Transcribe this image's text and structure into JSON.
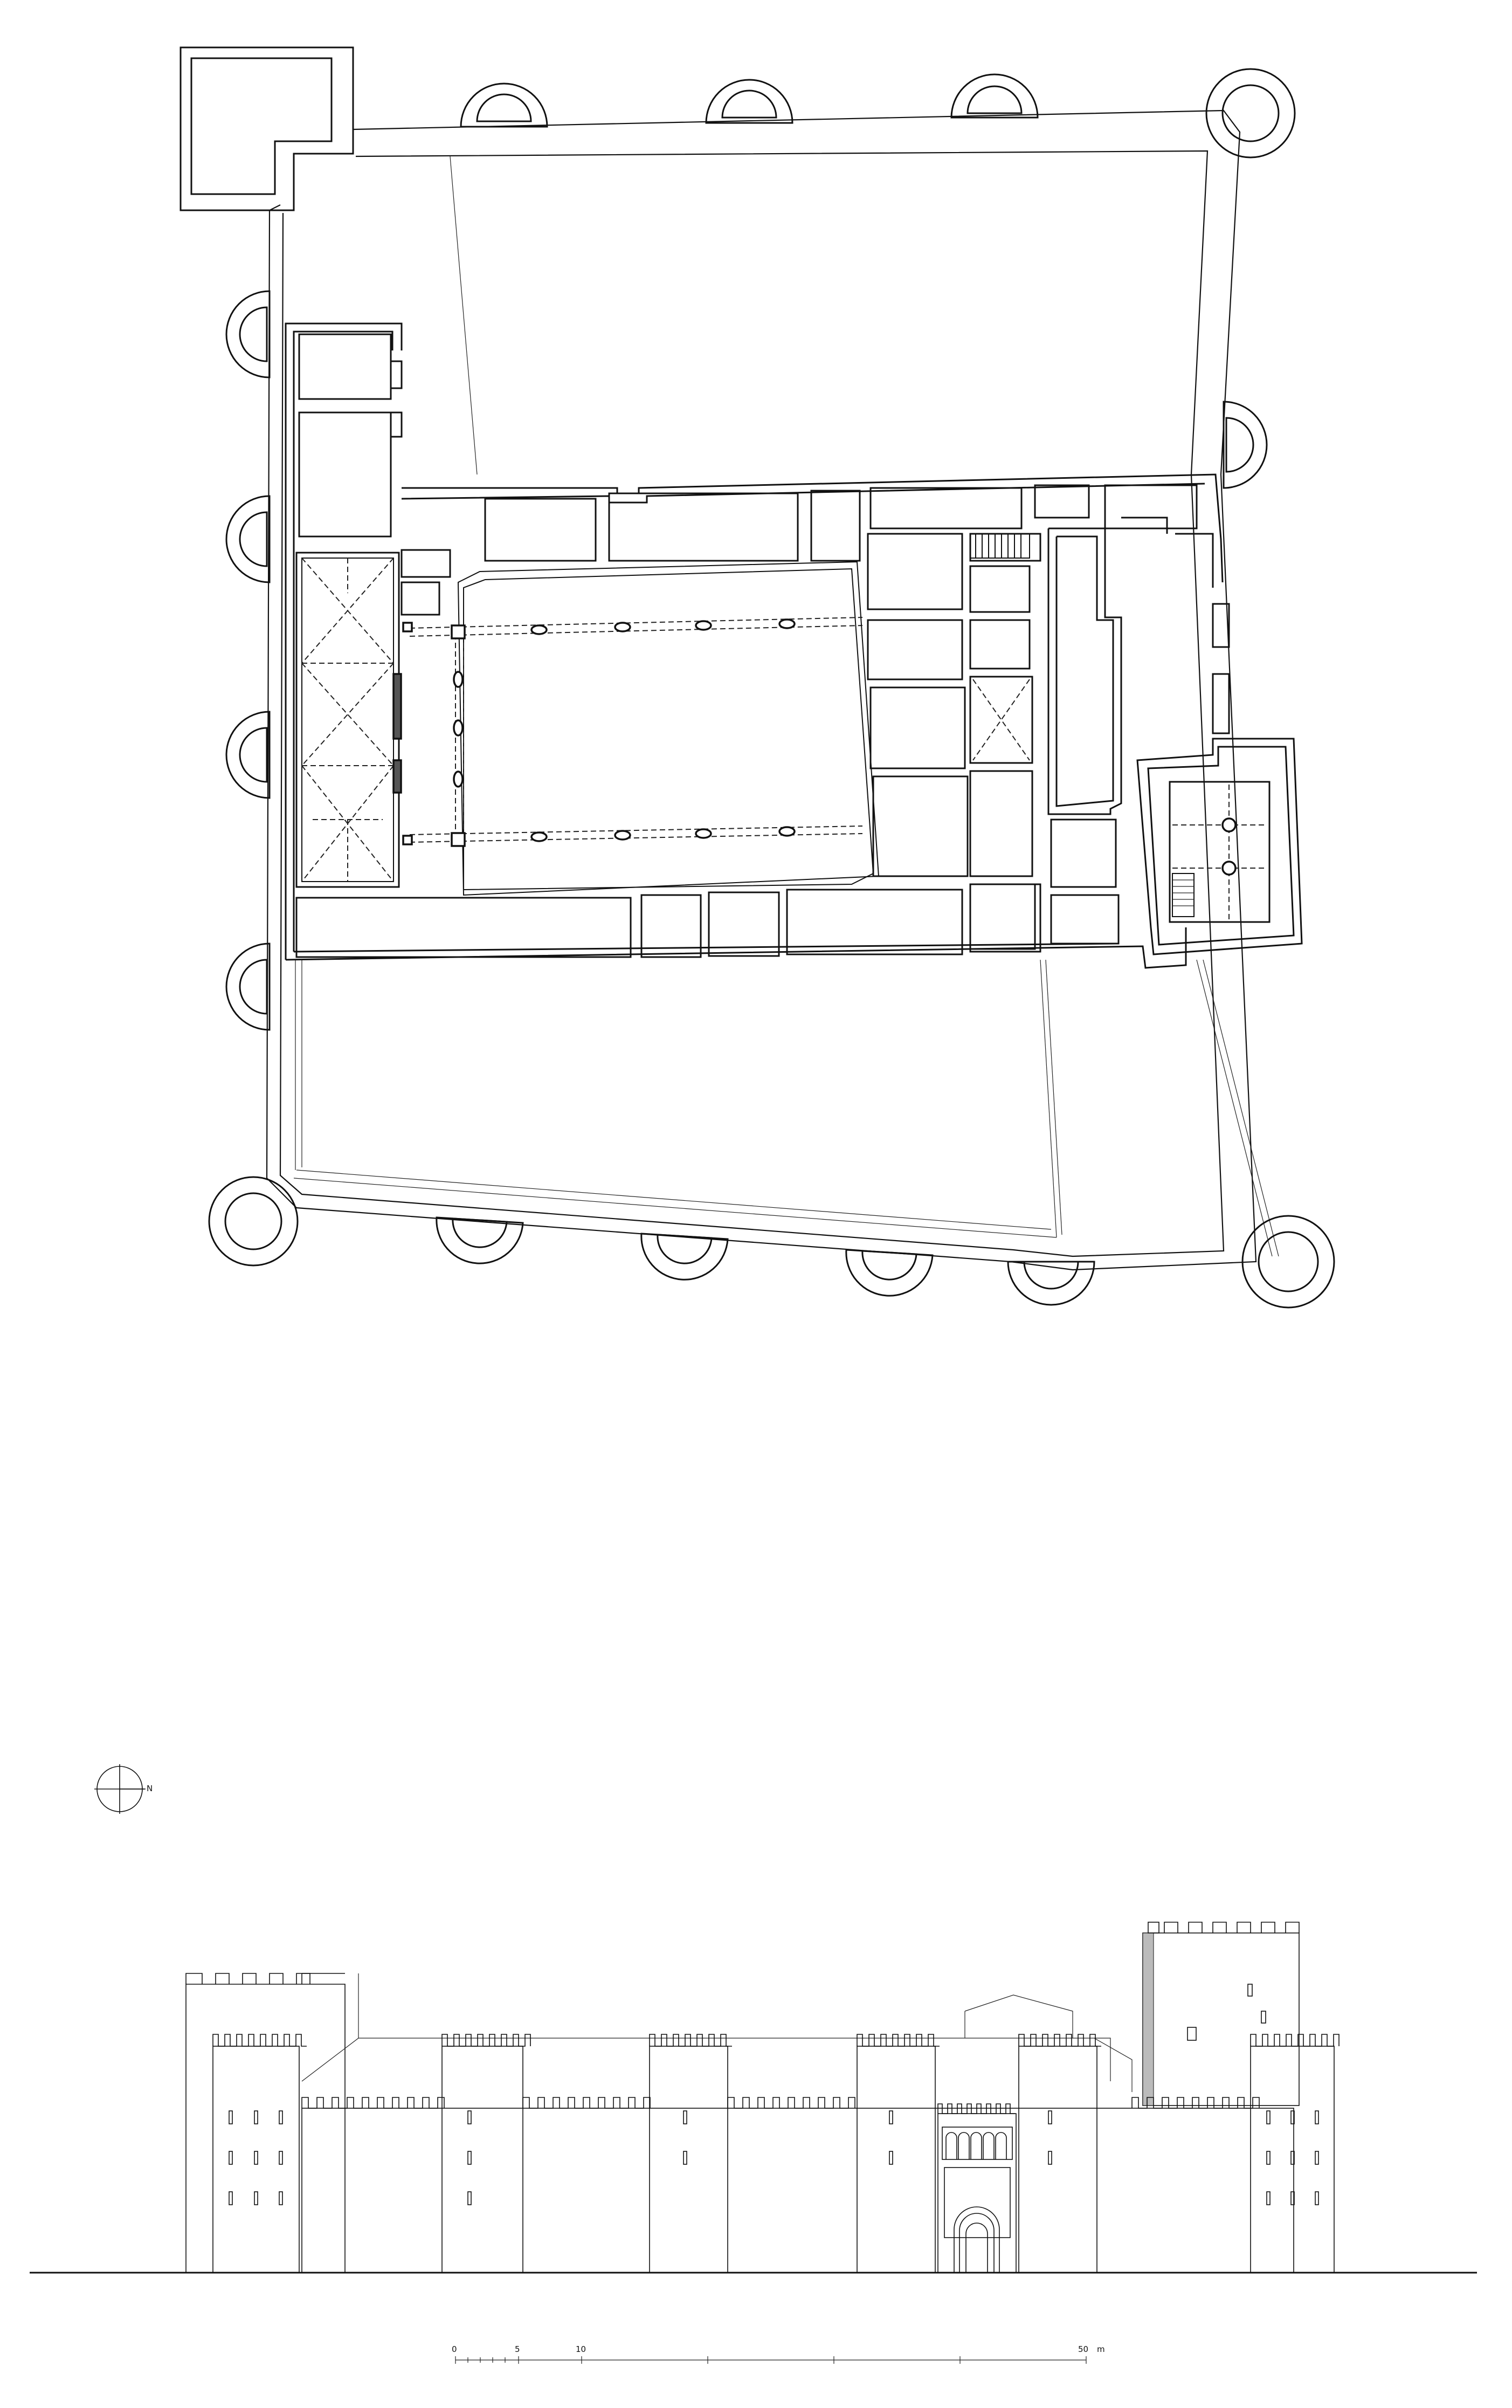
{
  "compass": {
    "label": "N"
  },
  "scale_bar": {
    "ticks": [
      "0",
      "5",
      "10"
    ],
    "end_label": "50",
    "unit": "m"
  }
}
